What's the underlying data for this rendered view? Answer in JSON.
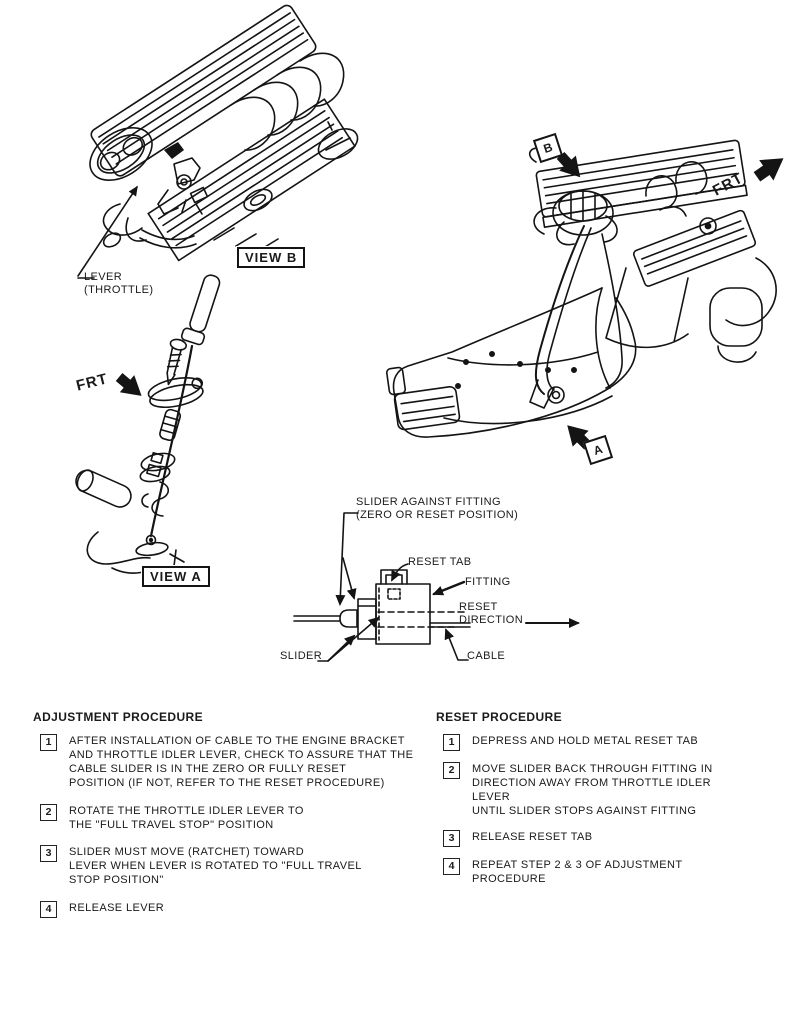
{
  "page": {
    "background_color": "#ffffff",
    "ink_color": "#1a1a1a"
  },
  "figure": {
    "view_b": {
      "view_label": "VIEW B",
      "lever_callout": "LEVER\n(THROTTLE)"
    },
    "view_a": {
      "view_label": "VIEW A",
      "frt_label": "FRT"
    },
    "overview": {
      "b_marker": "B",
      "a_marker": "A",
      "frt_label": "FRT"
    },
    "slider_diagram": {
      "callouts": {
        "slider_against_fitting": "SLIDER AGAINST FITTING\n(ZERO OR RESET POSITION)",
        "reset_tab": "RESET TAB",
        "fitting": "FITTING",
        "reset_direction": "RESET\nDIRECTION",
        "slider": "SLIDER",
        "cable": "CABLE"
      }
    }
  },
  "adjustment_procedure": {
    "title": "ADJUSTMENT PROCEDURE",
    "steps": [
      {
        "num": "1",
        "text": "AFTER INSTALLATION OF CABLE TO THE ENGINE BRACKET\nAND THROTTLE IDLER LEVER, CHECK TO ASSURE THAT THE\nCABLE SLIDER IS IN THE ZERO OR FULLY RESET\nPOSITION (IF NOT, REFER TO THE RESET PROCEDURE)"
      },
      {
        "num": "2",
        "text": "ROTATE THE THROTTLE IDLER LEVER TO\nTHE \"FULL TRAVEL STOP\" POSITION"
      },
      {
        "num": "3",
        "text": "SLIDER MUST MOVE (RATCHET) TOWARD\nLEVER WHEN LEVER IS ROTATED TO \"FULL TRAVEL\nSTOP POSITION\""
      },
      {
        "num": "4",
        "text": "RELEASE LEVER"
      }
    ]
  },
  "reset_procedure": {
    "title": "RESET PROCEDURE",
    "steps": [
      {
        "num": "1",
        "text": "DEPRESS AND HOLD METAL RESET TAB"
      },
      {
        "num": "2",
        "text": "MOVE SLIDER BACK THROUGH FITTING IN\nDIRECTION AWAY FROM THROTTLE IDLER LEVER\nUNTIL SLIDER STOPS AGAINST FITTING"
      },
      {
        "num": "3",
        "text": "RELEASE RESET TAB"
      },
      {
        "num": "4",
        "text": "REPEAT STEP 2 & 3 OF ADJUSTMENT\nPROCEDURE"
      }
    ]
  }
}
